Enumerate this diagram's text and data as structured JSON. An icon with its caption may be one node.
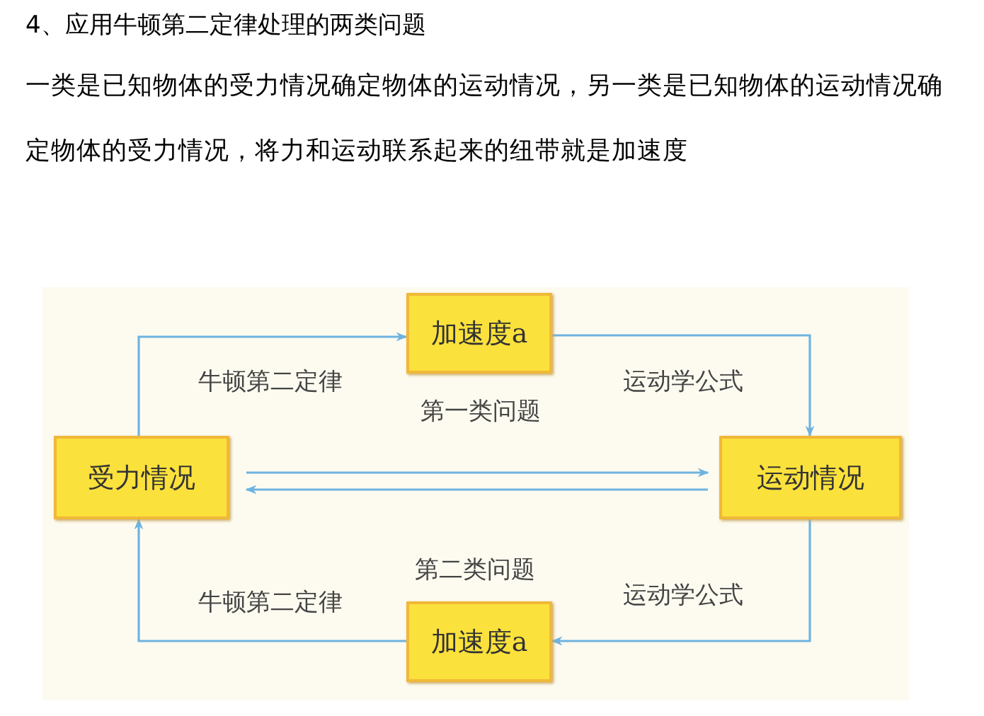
{
  "diagram": {
    "title": "4、应用牛顿第二定律处理的两类问题",
    "nodes": [
      {
        "text": [
          "加速度a"
        ]
      },
      {
        "text": [
          "受力情况"
        ]
      },
      {
        "text": [
          "运动情况"
        ]
      },
      {
        "text": [
          "加速度a"
        ]
      }
    ],
    "edges": [
      {
        "from": 1,
        "to": 0,
        "arrow": "to",
        "label": "牛顿第二定律"
      },
      {
        "from": 0,
        "to": 2,
        "arrow": "to",
        "label": "运动学公式"
      },
      {
        "from": 1,
        "to": 2,
        "arrow": "to"
      },
      {
        "from": 2,
        "to": 1,
        "arrow": "to"
      },
      {
        "from": 2,
        "to": 3,
        "arrow": "to",
        "label": "运动学公式"
      },
      {
        "from": 3,
        "to": 1,
        "arrow": "to",
        "label": "牛顿第二定律"
      }
    ],
    "labels": [
      "一类是已知物体的受力情况确定物体的运动情况，另一类是已知物体的运动情况确定物体的受力情况，将力和运动联系起来的纽带就是加速度",
      "第一类问题",
      "第二类问题"
    ]
  }
}
